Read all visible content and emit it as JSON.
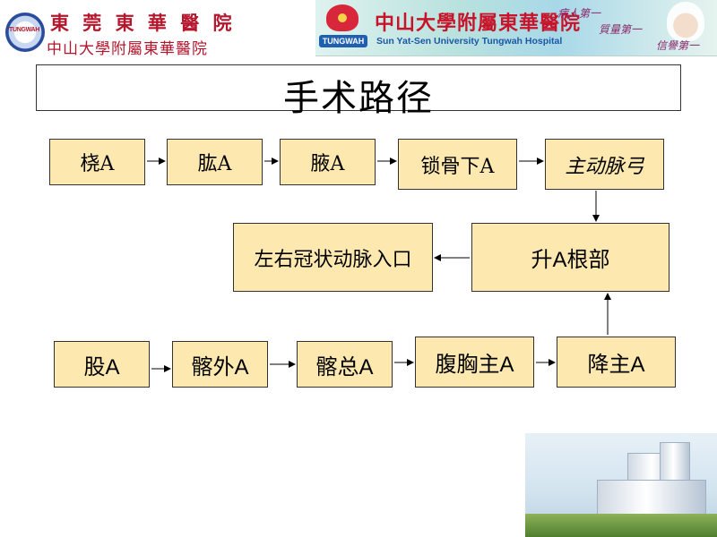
{
  "header": {
    "left_logo_line1": "東 莞 東 華 醫 院",
    "left_logo_line2": "中山大學附屬東華醫院",
    "left_logo_seal": "TUNGWAH",
    "banner_logo_tag": "TUNGWAH",
    "banner_title": "中山大學附屬東華醫院",
    "banner_subtitle": "Sun Yat-Sen University Tungwah Hospital",
    "banner_slogan_1": "病人第一",
    "banner_slogan_2": "質量第一",
    "banner_slogan_3": "信譽第一"
  },
  "title": "手术路径",
  "boxes": {
    "radial": "桡A",
    "brachial": "肱A",
    "axillary": "腋A",
    "subclavian": "锁骨下A",
    "aortic_arch": "主动脉弓",
    "coronary": "左右冠状动脉入口",
    "aortic_root": "升A根部",
    "femoral": "股A",
    "external_iliac": "髂外A",
    "common_iliac": "髂总A",
    "thoracoabdominal": "腹胸主A",
    "descending": "降主A"
  },
  "colors": {
    "box_fill": "#fde9b0",
    "border": "#333333",
    "brand_red": "#b4162c",
    "brand_blue": "#1c57a8"
  }
}
